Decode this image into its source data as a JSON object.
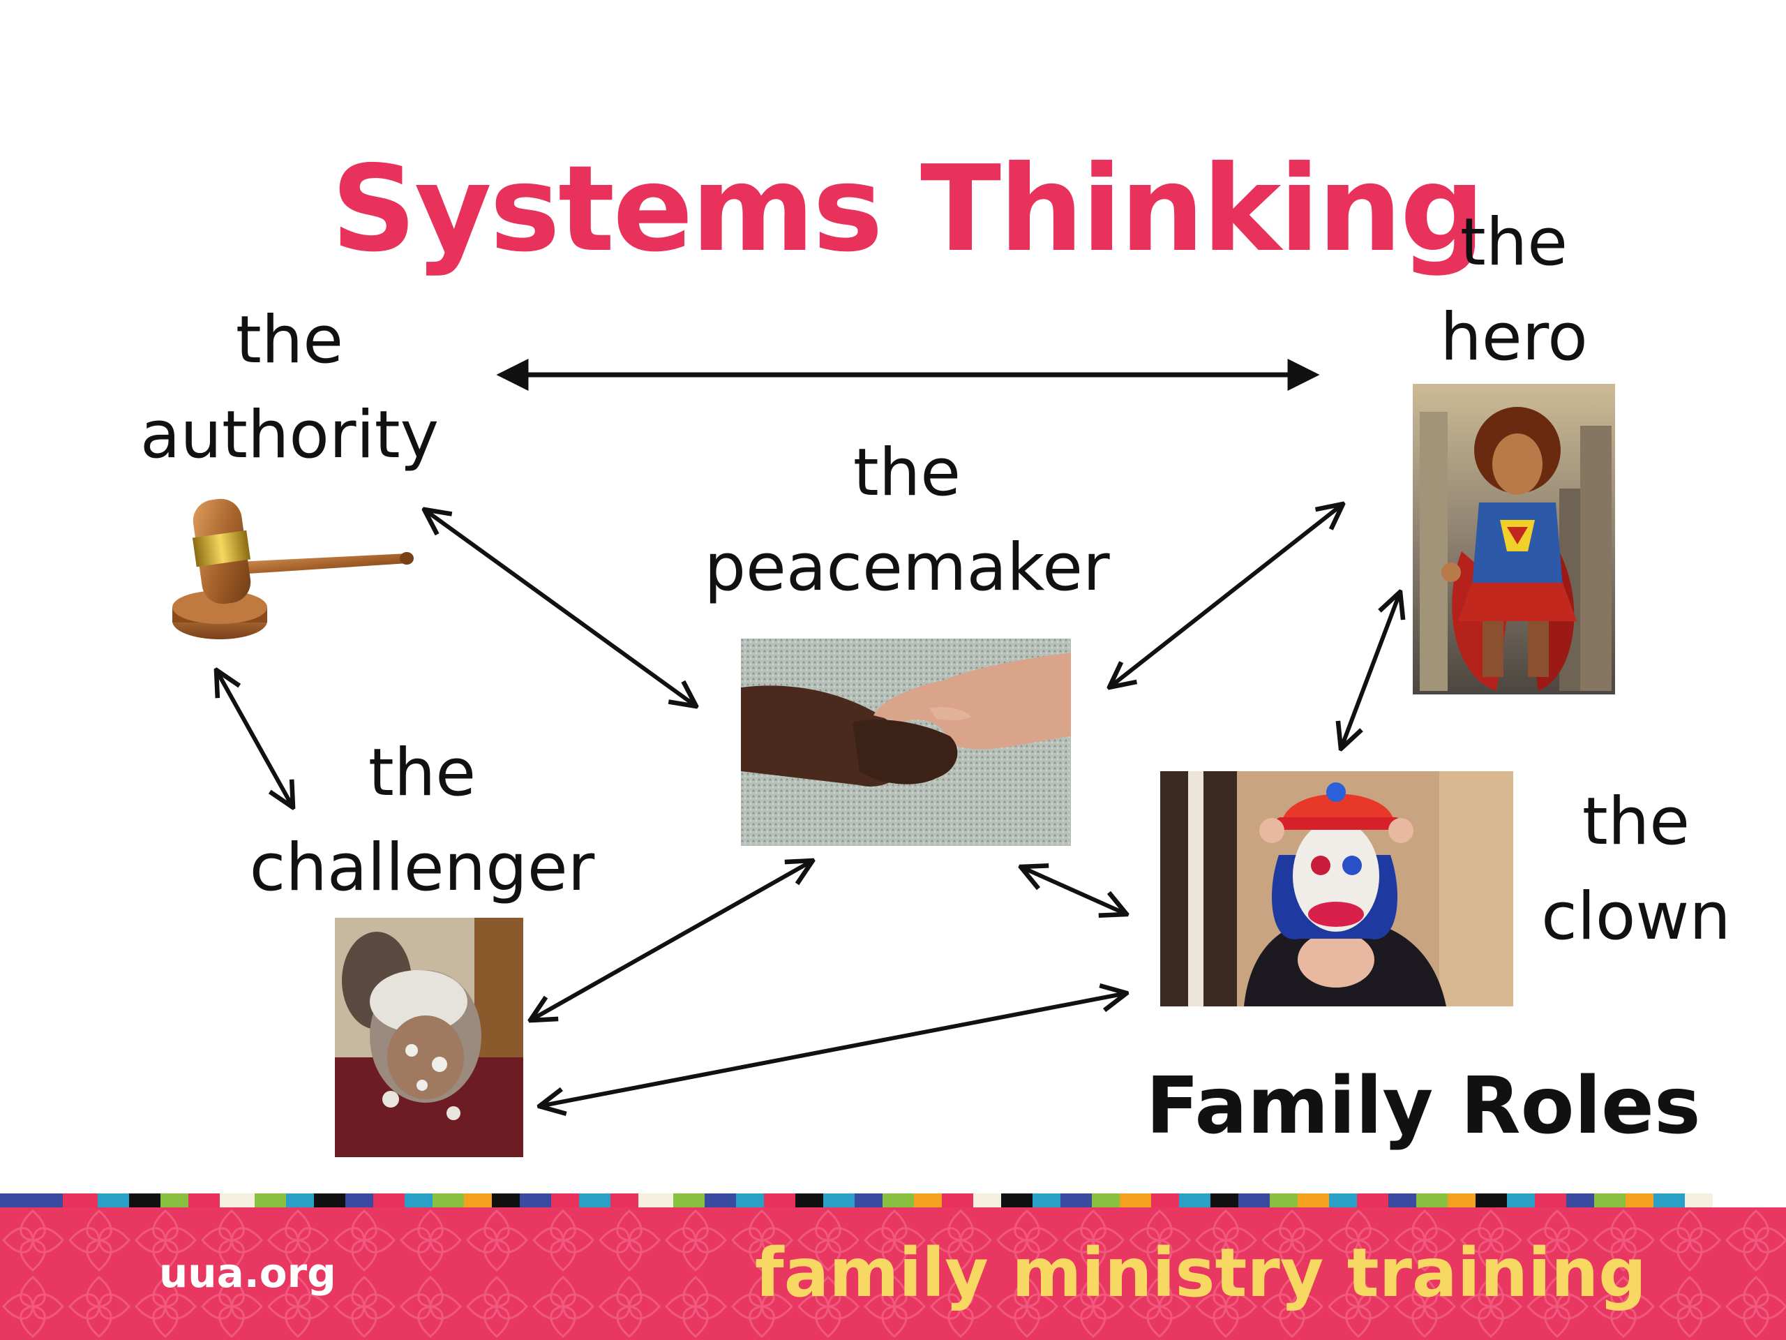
{
  "title": "Systems Thinking",
  "roles": {
    "authority": {
      "line1": "the",
      "line2": "authority"
    },
    "hero": {
      "line1": "the",
      "line2": "hero"
    },
    "peacemaker": {
      "line1": "the",
      "line2": "peacemaker"
    },
    "challenger": {
      "line1": "the",
      "line2": "challenger"
    },
    "clown": {
      "line1": "the",
      "line2": "clown"
    }
  },
  "subtitle": "Family Roles",
  "footer": {
    "site": "uua.org",
    "program": "family ministry training"
  },
  "colors": {
    "title": "#e8325c",
    "footer_band": "#e83862",
    "footer_program_text": "#f7d862",
    "footer_site_text": "#ffffff",
    "arrows": "#111111"
  },
  "images": {
    "authority": "gavel",
    "hero": "superhero-woman",
    "peacemaker": "handshake",
    "challenger": "messy-kids",
    "clown": "clown-girl"
  }
}
